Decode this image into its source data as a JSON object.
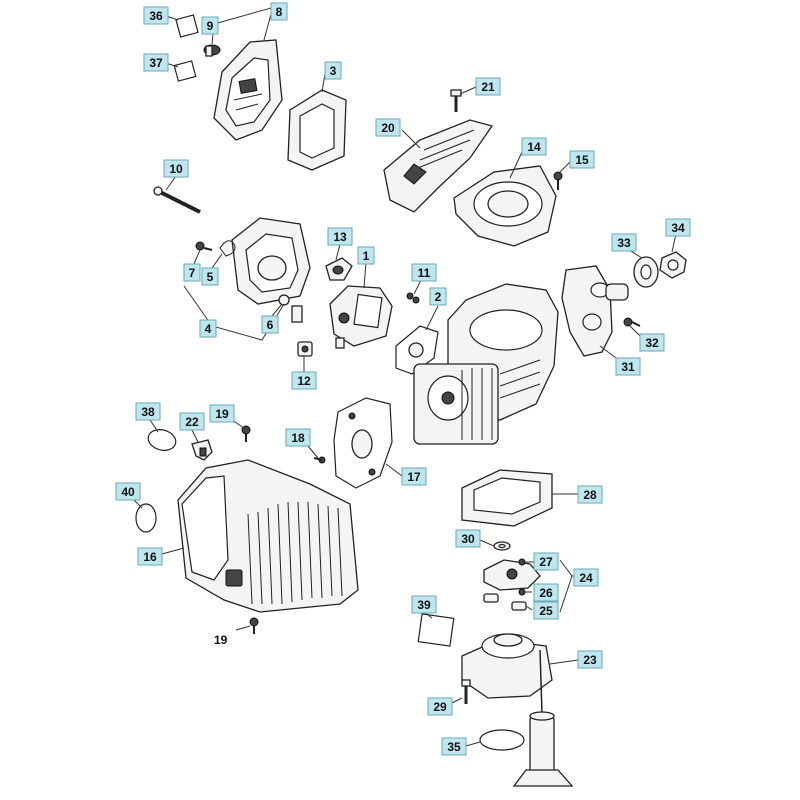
{
  "diagram": {
    "callouts": [
      {
        "id": "p36",
        "label": "36"
      },
      {
        "id": "p9",
        "label": "9"
      },
      {
        "id": "p8",
        "label": "8"
      },
      {
        "id": "p37",
        "label": "37"
      },
      {
        "id": "p3",
        "label": "3"
      },
      {
        "id": "p21",
        "label": "21"
      },
      {
        "id": "p20",
        "label": "20"
      },
      {
        "id": "p14",
        "label": "14"
      },
      {
        "id": "p15",
        "label": "15"
      },
      {
        "id": "p10",
        "label": "10"
      },
      {
        "id": "p13",
        "label": "13"
      },
      {
        "id": "p1",
        "label": "1"
      },
      {
        "id": "p7",
        "label": "7"
      },
      {
        "id": "p5",
        "label": "5"
      },
      {
        "id": "p11",
        "label": "11"
      },
      {
        "id": "p2",
        "label": "2"
      },
      {
        "id": "p33",
        "label": "33"
      },
      {
        "id": "p34",
        "label": "34"
      },
      {
        "id": "p4",
        "label": "4"
      },
      {
        "id": "p6",
        "label": "6"
      },
      {
        "id": "p32",
        "label": "32"
      },
      {
        "id": "p31",
        "label": "31"
      },
      {
        "id": "p12",
        "label": "12"
      },
      {
        "id": "p38",
        "label": "38"
      },
      {
        "id": "p22",
        "label": "22"
      },
      {
        "id": "p19a",
        "label": "19"
      },
      {
        "id": "p18",
        "label": "18"
      },
      {
        "id": "p17",
        "label": "17"
      },
      {
        "id": "p40",
        "label": "40"
      },
      {
        "id": "p28",
        "label": "28"
      },
      {
        "id": "p16",
        "label": "16"
      },
      {
        "id": "p30",
        "label": "30"
      },
      {
        "id": "p27",
        "label": "27"
      },
      {
        "id": "p24",
        "label": "24"
      },
      {
        "id": "p26",
        "label": "26"
      },
      {
        "id": "p39",
        "label": "39"
      },
      {
        "id": "p25",
        "label": "25"
      },
      {
        "id": "p23",
        "label": "23"
      },
      {
        "id": "p29",
        "label": "29"
      },
      {
        "id": "p35",
        "label": "35"
      }
    ],
    "plain_labels": [
      {
        "id": "p19b",
        "label": "19"
      }
    ]
  }
}
